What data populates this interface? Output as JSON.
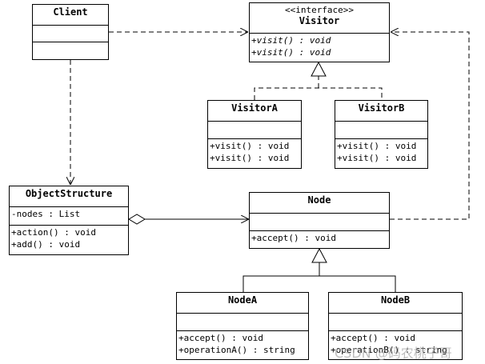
{
  "classes": {
    "client": {
      "name": "Client",
      "attributes": [],
      "methods": []
    },
    "visitor": {
      "stereotype": "<<interface>>",
      "name": "Visitor",
      "attributes": [],
      "methods": [
        "+visit() : void",
        "+visit() : void"
      ]
    },
    "visitor_a": {
      "name": "VisitorA",
      "attributes": [],
      "methods": [
        "+visit() : void",
        "+visit() : void"
      ]
    },
    "visitor_b": {
      "name": "VisitorB",
      "attributes": [],
      "methods": [
        "+visit() : void",
        "+visit() : void"
      ]
    },
    "object_structure": {
      "name": "ObjectStructure",
      "attributes": [
        "-nodes : List"
      ],
      "methods": [
        "+action() : void",
        "+add() : void"
      ]
    },
    "node": {
      "name": "Node",
      "attributes": [],
      "methods": [
        "+accept() : void"
      ]
    },
    "node_a": {
      "name": "NodeA",
      "attributes": [],
      "methods": [
        "+accept() : void",
        "+operationA() : string"
      ]
    },
    "node_b": {
      "name": "NodeB",
      "attributes": [],
      "methods": [
        "+accept() : void",
        "+operationB() : string"
      ]
    }
  },
  "watermark": "CSDN @码农桃子哥"
}
